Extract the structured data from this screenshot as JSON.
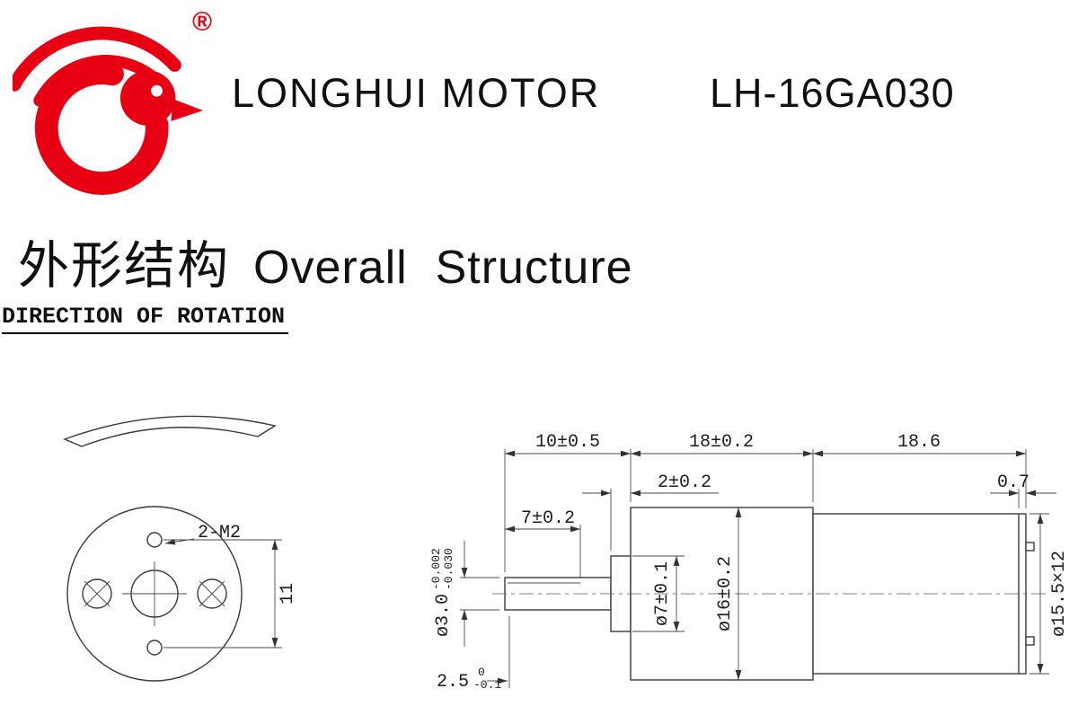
{
  "header": {
    "company": "LONGHUI MOTOR",
    "model": "LH-16GA030",
    "registered": "®"
  },
  "title": {
    "zh": "外形结构",
    "en": "Overall  Structure"
  },
  "section_label": "DIRECTION OF ROTATION",
  "colors": {
    "brand_red": "#e60012",
    "line": "#3a3a3a"
  },
  "front_view": {
    "thread_label": "2-M2",
    "hole_spacing": "11"
  },
  "side_view": {
    "shaft_length": "10±0.5",
    "gearbox_length": "18±0.2",
    "motor_length": "18.6",
    "boss_length": "2±0.2",
    "end_cap": "0.7",
    "flat_length": "7±0.2",
    "shaft_dia": "ø3.0",
    "shaft_dia_tol_upper": "-0.002",
    "shaft_dia_tol_lower": "-0.030",
    "tip_length": "2.5",
    "tip_tol_upper": "0",
    "tip_tol_lower": "-0.1",
    "boss_dia": "ø7±0.1",
    "gearbox_dia": "ø16±0.2",
    "motor_dia": "ø15.5×12"
  }
}
